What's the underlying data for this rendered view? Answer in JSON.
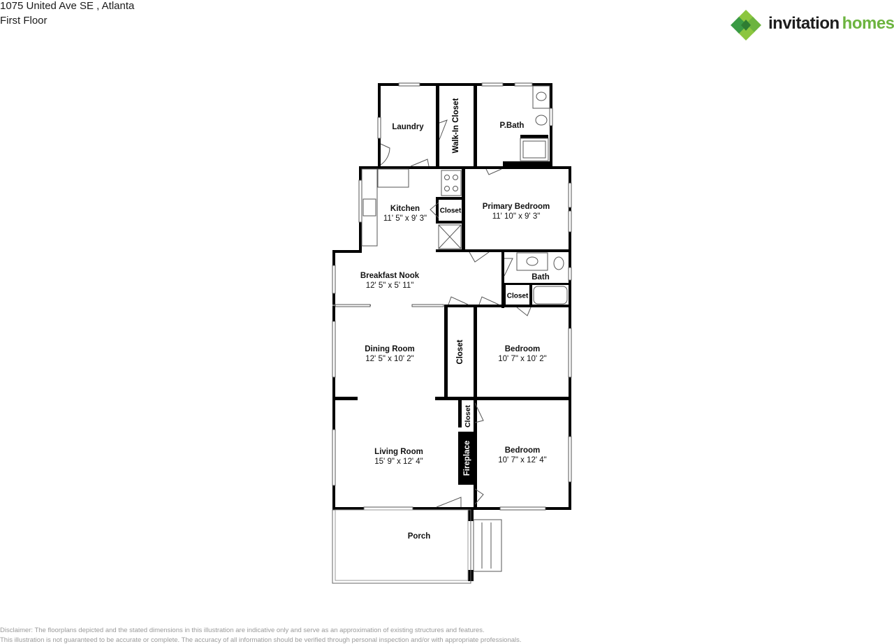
{
  "header": {
    "address": "1075 United Ave SE , Atlanta",
    "floor": "First Floor"
  },
  "logo": {
    "icon": "clover-diamond-logo-icon",
    "text_primary": "invitation",
    "text_secondary": "homes",
    "colors": {
      "dark": "#1d1d1d",
      "green": "#6cb43f",
      "dark_green": "#2e8b3a"
    }
  },
  "rooms": {
    "laundry": {
      "name": "Laundry"
    },
    "walkin_closet": {
      "name": "Walk-In Closet"
    },
    "pbath": {
      "name": "P.Bath"
    },
    "kitchen": {
      "name": "Kitchen",
      "dims": "11' 5\" x 9' 3\""
    },
    "kitchen_closet": {
      "name": "Closet"
    },
    "primary_bedroom": {
      "name": "Primary Bedroom",
      "dims": "11' 10\" x 9' 3\""
    },
    "breakfast_nook": {
      "name": "Breakfast Nook",
      "dims": "12' 5\" x 5' 11\""
    },
    "bath": {
      "name": "Bath"
    },
    "bath_closet": {
      "name": "Closet"
    },
    "dining_room": {
      "name": "Dining Room",
      "dims": "12' 5\" x 10' 2\""
    },
    "hall_closet": {
      "name": "Closet"
    },
    "bedroom_1": {
      "name": "Bedroom",
      "dims": "10' 7\" x 10' 2\""
    },
    "living_room": {
      "name": "Living Room",
      "dims": "15' 9\" x 12' 4\""
    },
    "living_closet": {
      "name": "Closet"
    },
    "fireplace": {
      "name": "Fireplace"
    },
    "bedroom_2": {
      "name": "Bedroom",
      "dims": "10' 7\" x 12' 4\""
    },
    "porch": {
      "name": "Porch"
    }
  },
  "disclaimer": {
    "line1": "Disclaimer: The floorplans depicted and the stated dimensions in this illustration are indicative only and serve as an approximation of existing structures and features.",
    "line2": "This illustration is not guaranteed to be accurate or complete. The accuracy of all information should be verified through personal inspection and/or with appropriate professionals."
  }
}
